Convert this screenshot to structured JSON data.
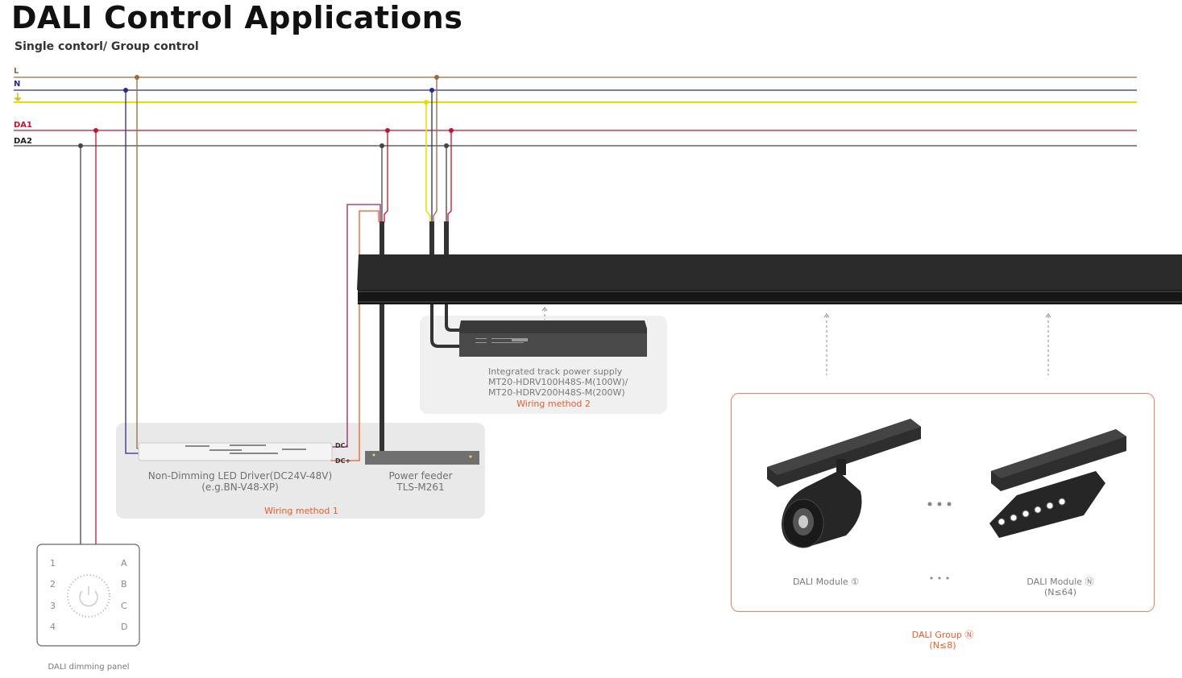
{
  "title": "DALI Control Applications",
  "subtitle": "Single contorl/ Group control",
  "wires": {
    "L": {
      "label": "L",
      "color": "#9b6a3c"
    },
    "N": {
      "label": "N",
      "color": "#2b2b8c"
    },
    "PE": {
      "label": "⏚",
      "color": "#e6de00"
    },
    "DA1": {
      "label": "DA1",
      "color": "#c8102e"
    },
    "DA2": {
      "label": "DA2",
      "color": "#444444"
    }
  },
  "driver": {
    "name": "Non-Dimming LED Driver(DC24V-48V)",
    "example": "(e.g.BN-V48-XP)",
    "dc_minus": "DC-",
    "dc_plus": "DC+"
  },
  "feeder": {
    "name": "Power feeder",
    "model": "TLS-M261"
  },
  "wiring_method_1": "Wiring method 1",
  "psu": {
    "name": "Integrated track power supply",
    "model_1": "MT20-HDRV100H48S-M(100W)/",
    "model_2": "MT20-HDRV200H48S-M(200W)",
    "wiring": "Wiring method 2"
  },
  "panel": {
    "label": "DALI dimming panel",
    "left_keys": [
      "1",
      "2",
      "3",
      "4"
    ],
    "right_keys": [
      "A",
      "B",
      "C",
      "D"
    ]
  },
  "group": {
    "module_1": "DALI Module ①",
    "module_n": "DALI Module Ⓝ",
    "module_limit": "(N≤64)",
    "group_label": "DALI Group Ⓝ",
    "group_limit": "(N≤8)",
    "ellipsis": "• • •"
  },
  "accent_color": "#f05a28"
}
